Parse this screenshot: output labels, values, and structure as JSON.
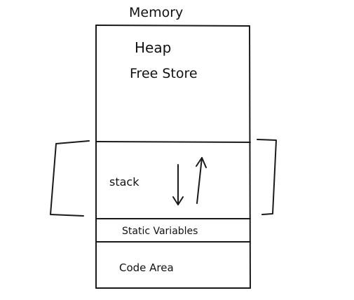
{
  "diagram": {
    "title": "Memory",
    "regions": {
      "heap_label": "Heap",
      "free_store_label": "Free Store",
      "stack_label": "stack",
      "static_label": "Static Variables",
      "code_label": "Code Area"
    },
    "colors": {
      "ink": "#111111",
      "background": "#ffffff"
    },
    "icons": {
      "down": "arrow-down-icon",
      "up": "arrow-up-icon"
    }
  }
}
